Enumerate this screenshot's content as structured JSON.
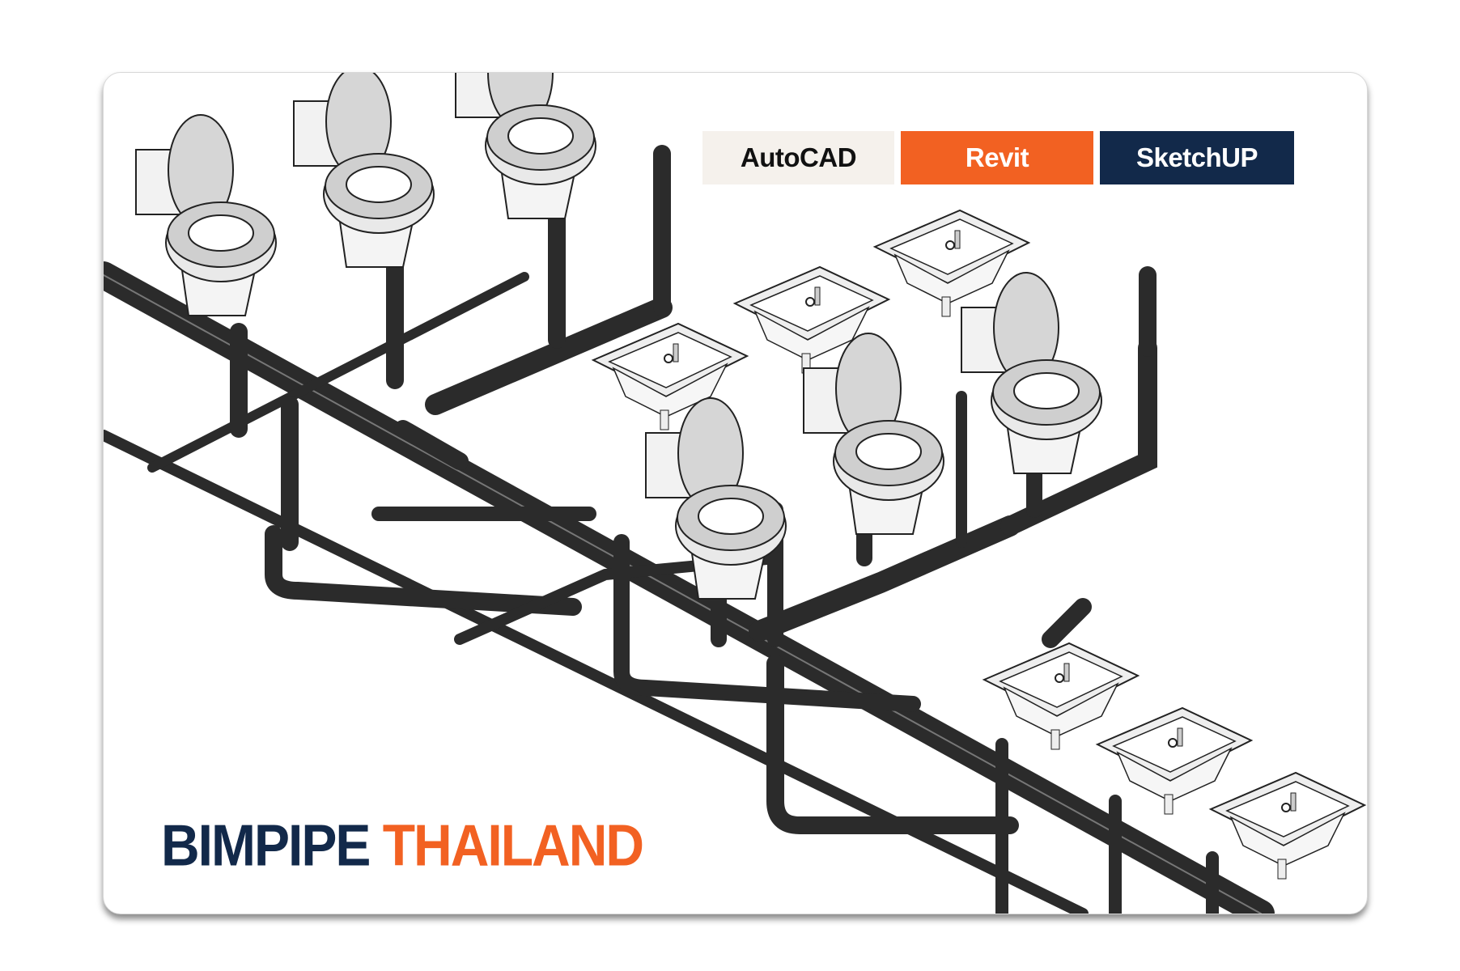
{
  "badges": {
    "autocad": "AutoCAD",
    "revit": "Revit",
    "sketchup": "SketchUP"
  },
  "brand": {
    "part1": "BIMPIPE",
    "part2": "THAILAND"
  },
  "colors": {
    "navy": "#12294a",
    "orange": "#f26122",
    "cream": "#f5f1ec",
    "pipe": "#2b2b2b"
  }
}
